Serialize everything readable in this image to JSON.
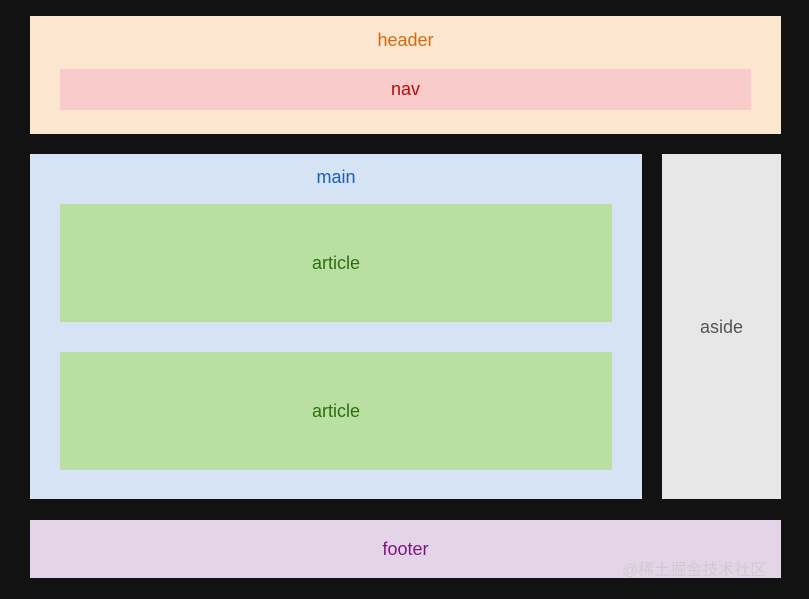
{
  "diagram": {
    "header": {
      "label": "header"
    },
    "nav": {
      "label": "nav"
    },
    "main": {
      "label": "main"
    },
    "articles": [
      {
        "label": "article"
      },
      {
        "label": "article"
      }
    ],
    "aside": {
      "label": "aside"
    },
    "footer": {
      "label": "footer"
    }
  },
  "watermark": {
    "text": "@稀土掘金技术社区"
  },
  "colors": {
    "background": "#121212",
    "header_fill": "#fde6cf",
    "header_text": "#d06c0e",
    "nav_fill": "#f9cccb",
    "nav_text": "#b50d0d",
    "main_fill": "#d6e3f5",
    "main_text": "#1d5fb0",
    "article_fill": "#b9dfa3",
    "article_text": "#2d6e0f",
    "aside_fill": "#e7e7e7",
    "aside_text": "#555555",
    "footer_fill": "#e4d4e7",
    "footer_text": "#7a157f"
  }
}
